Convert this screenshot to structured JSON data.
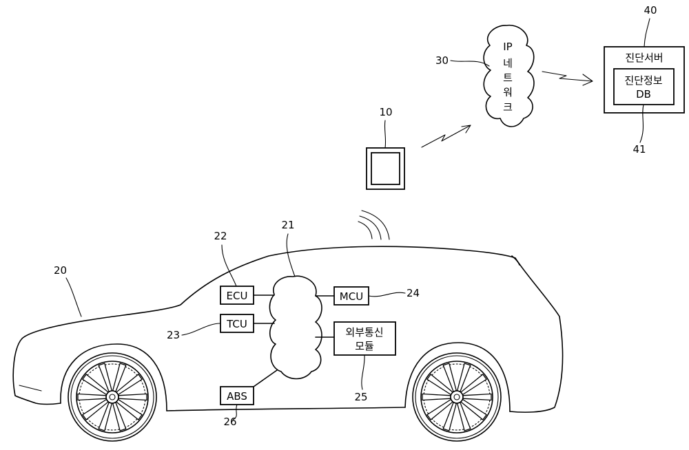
{
  "refs": {
    "terminal": "10",
    "vehicle": "20",
    "bus": "21",
    "ecu": "22",
    "tcu": "23",
    "mcu": "24",
    "ext_module": "25",
    "abs": "26",
    "network": "30",
    "server": "40",
    "db": "41"
  },
  "labels": {
    "ecu": "ECU",
    "tcu": "TCU",
    "mcu": "MCU",
    "abs": "ABS",
    "ext_module_line1": "외부통신",
    "ext_module_line2": "모듈",
    "network_chars": [
      "IP",
      "네",
      "트",
      "워",
      "크"
    ],
    "server": "진단서버",
    "db_line1": "진단정보",
    "db_line2": "DB"
  }
}
